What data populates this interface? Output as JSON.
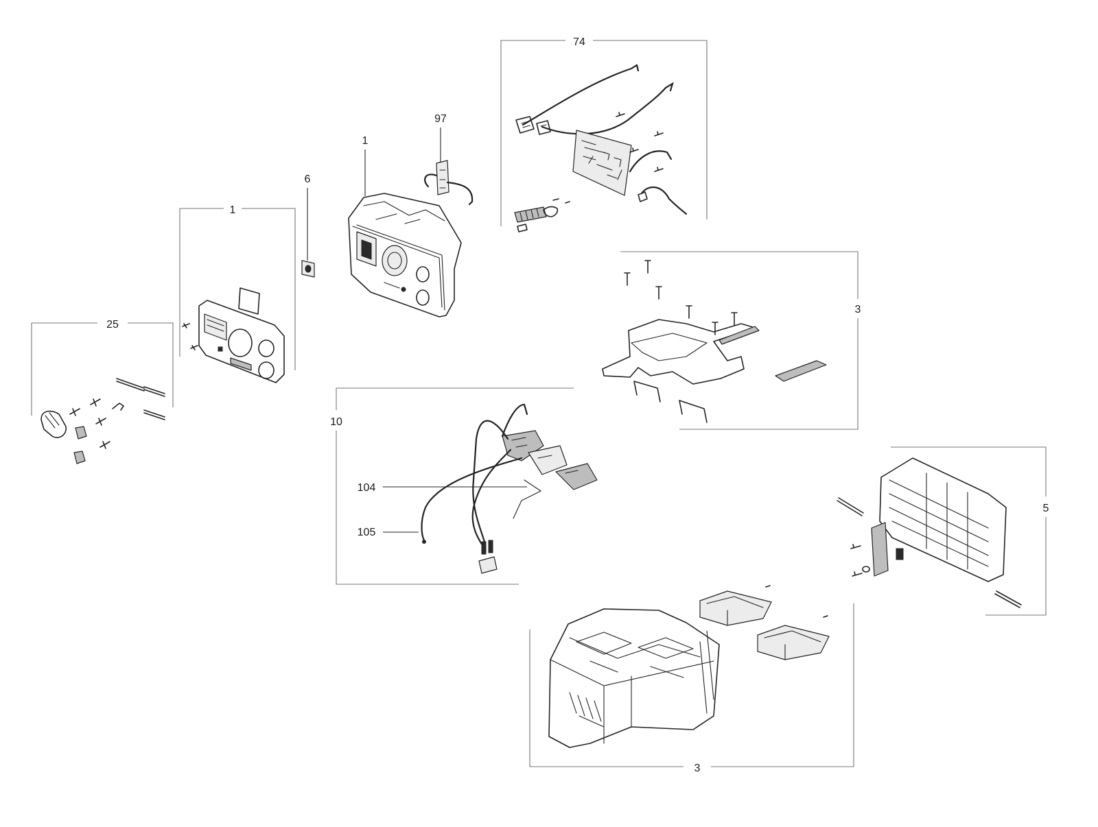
{
  "callouts": {
    "c74": "74",
    "c97": "97",
    "c1_housing": "1",
    "c6": "6",
    "c1_front": "1",
    "c25": "25",
    "c3_frame": "3",
    "c10": "10",
    "c104": "104",
    "c105": "105",
    "c5": "5",
    "c3_base": "3"
  },
  "colors": {
    "line": "#222222",
    "bracket": "#777777",
    "background": "#ffffff"
  }
}
